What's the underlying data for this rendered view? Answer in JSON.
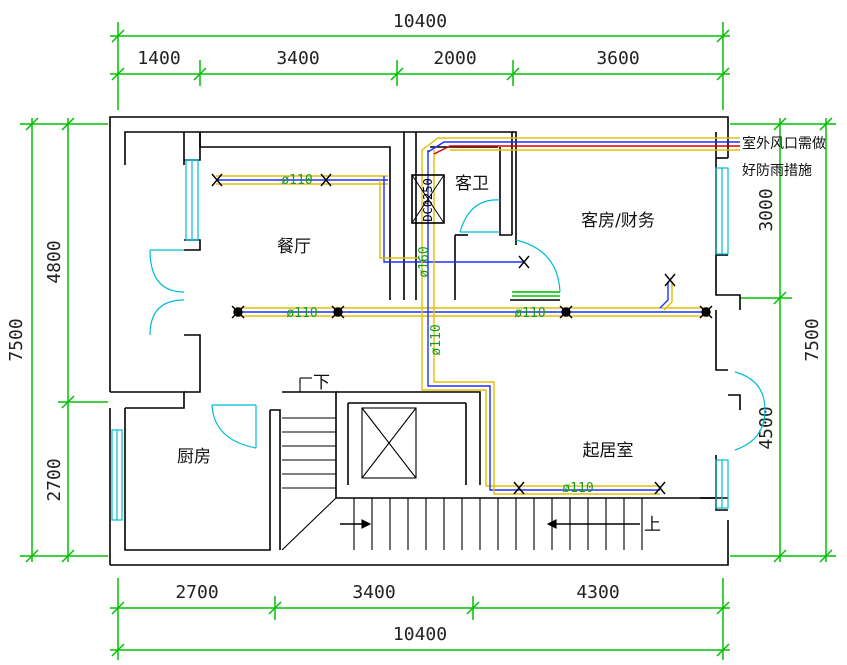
{
  "dimensions": {
    "top_total": "10400",
    "top_segments": [
      "1400",
      "3400",
      "2000",
      "3600"
    ],
    "bottom_segments": [
      "2700",
      "3400",
      "4300"
    ],
    "bottom_total": "10400",
    "left_outer": "7500",
    "left_upper": "4800",
    "left_lower": "2700",
    "right_upper": "3000",
    "right_total": "7500",
    "right_lower": "4500"
  },
  "rooms": {
    "dining": "餐厅",
    "guest_bath": "客卫",
    "guest_room": "客房/财务",
    "kitchen": "厨房",
    "living": "起居室"
  },
  "duct_labels": {
    "d110_dining": "ø110",
    "d110_corridor_left": "ø110",
    "d110_corridor_right": "ø110",
    "d110_vertical": "ø110",
    "d160_vertical": "ø160",
    "d110_living": "ø110",
    "unit_label": "DC0250"
  },
  "stair": {
    "down": "下",
    "up": "上"
  },
  "note": {
    "line1": "室外风口需做",
    "line2": "好防雨措施"
  },
  "colors": {
    "wall": "#000000",
    "dimension": "#00c000",
    "duct_blue": "#2030ff",
    "duct_yellow": "#e0c000",
    "duct_red": "#e00000",
    "window": "#00bcd4",
    "label_green": "#1a9a1a"
  }
}
